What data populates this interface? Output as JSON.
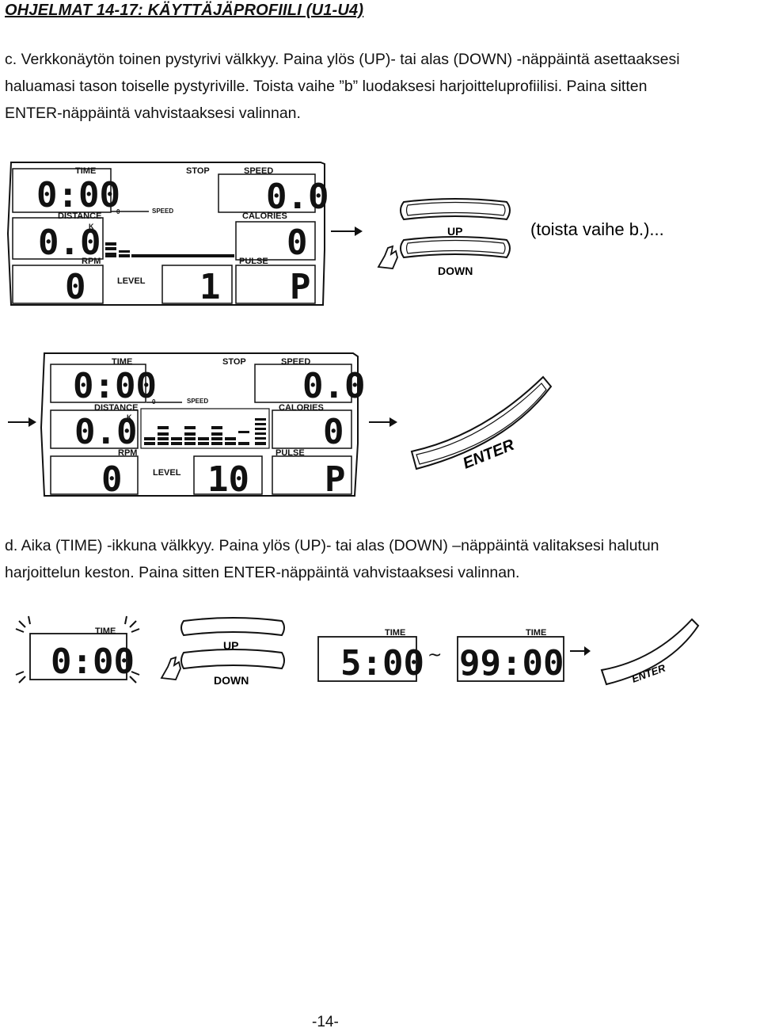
{
  "heading": "OHJELMAT 14-17: KÄYTTÄJÄPROFIILI (U1-U4)",
  "step_c": {
    "lines": [
      "c. Verkkonäytön toinen pystyrivi välkkyy. Paina ylös (UP)- tai alas (DOWN) -näppäintä asettaaksesi",
      "haluamasi tason toiselle pystyriville. Toista vaihe ”b” luodaksesi harjoitteluprofiilisi. Paina sitten",
      "ENTER-näppäintä vahvistaaksesi valinnan."
    ]
  },
  "console_top": {
    "labels": {
      "time": "TIME",
      "stop": "STOP",
      "speed": "SPEED",
      "distance": "DISTANCE",
      "speed_small": "SPEED",
      "calories": "CALORIES",
      "rpm": "RPM",
      "level": "LEVEL",
      "pulse": "PULSE",
      "k": "K",
      "zero_mark": "0"
    },
    "values": {
      "time": "0:00",
      "speed": "0.0",
      "distance": "0.0",
      "calories": "0",
      "rpm": "0",
      "level": "1",
      "pulse": "P"
    }
  },
  "keys_top": {
    "up": "UP",
    "down": "DOWN",
    "note": "(toista vaihe b.)..."
  },
  "console_bottom": {
    "labels": {
      "time": "TIME",
      "stop": "STOP",
      "speed": "SPEED",
      "distance": "DISTANCE",
      "speed_small": "SPEED",
      "calories": "CALORIES",
      "rpm": "RPM",
      "level": "LEVEL",
      "pulse": "PULSE",
      "k": "K",
      "zero_mark": "0"
    },
    "values": {
      "time": "0:00",
      "speed": "0.0",
      "distance": "0.0",
      "calories": "0",
      "rpm": "0",
      "level": "10",
      "pulse": "P"
    }
  },
  "enter_key": {
    "label": "ENTER"
  },
  "step_d": {
    "lines": [
      "d. Aika (TIME) -ikkuna välkkyy. Paina ylös (UP)- tai alas (DOWN) –näppäintä valitaksesi halutun",
      "harjoittelun keston. Paina sitten ENTER-näppäintä vahvistaaksesi valinnan."
    ]
  },
  "time_row": {
    "time_label": "TIME",
    "value_start": "0:00",
    "value_min": "5:00",
    "value_max": "99:00",
    "range_sep": "~",
    "up": "UP",
    "down": "DOWN",
    "enter": "ENTER"
  },
  "page_number": "-14-"
}
